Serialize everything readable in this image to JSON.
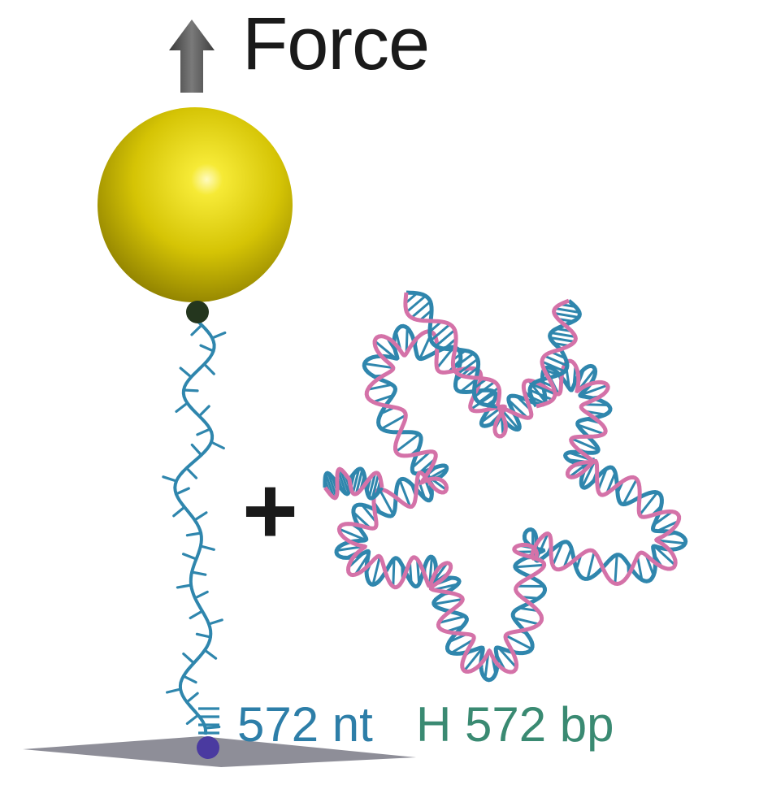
{
  "labels": {
    "force": "Force",
    "plus": "+",
    "ssdna": "572 nt",
    "dsdna": "H 572 bp"
  },
  "colors": {
    "bead": "#d4c400",
    "ssdna_strand": "#2f86ad",
    "dsdna_strand_pink": "#d472a8",
    "dsdna_strand_blue": "#2f86ad",
    "arrow": "#5a5a5a",
    "surface": "#8c8c96",
    "anchor_top": "#24361e",
    "anchor_bottom": "#4a3aa0"
  },
  "icons": [
    "force-arrow-icon",
    "bead",
    "ssdna-strand",
    "dsdna-circle",
    "surface-anchor"
  ]
}
